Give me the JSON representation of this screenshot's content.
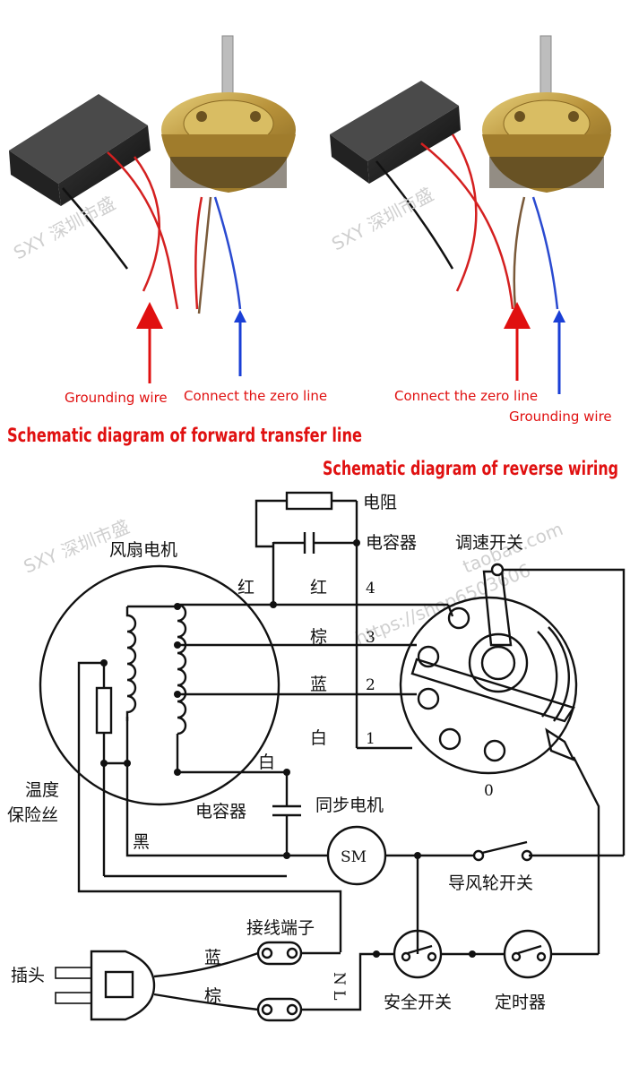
{
  "photo_labels": {
    "left_ground": "Grounding wire",
    "left_zero": "Connect the zero line",
    "right_zero": "Connect the zero line",
    "right_ground": "Grounding wire"
  },
  "titles": {
    "forward": "Schematic diagram of forward transfer line",
    "reverse": "Schematic diagram of reverse wiring"
  },
  "watermark": {
    "text1": "SXY 深圳市盛",
    "text2": "https://shop6503606",
    "text3": "taobao.com"
  },
  "schematic": {
    "resistor": "电阻",
    "capacitor_top": "电容器",
    "speed_switch": "调速开关",
    "fan_motor": "风扇电机",
    "red_wire_left": "红",
    "red_wire": "红",
    "brown_wire": "棕",
    "blue_wire": "蓝",
    "white_wire": "白",
    "white_wire_low": "白",
    "pin4": "4",
    "pin3": "3",
    "pin2": "2",
    "pin1": "1",
    "pin0": "0",
    "thermal_fuse_1": "温度",
    "thermal_fuse_2": "保险丝",
    "capacitor_bottom": "电容器",
    "sync_motor": "同步电机",
    "sm": "SM",
    "black_wire": "黑",
    "wind_wheel_switch": "导风轮开关",
    "terminal": "接线端子",
    "plug": "插头",
    "plug_blue": "蓝",
    "plug_brown": "棕",
    "nl": "N L",
    "safety_switch": "安全开关",
    "timer": "定时器"
  },
  "colors": {
    "label_red": "#e01010",
    "arrow_red": "#e01010",
    "arrow_blue": "#1a3fd6",
    "capacitor_body": "#1c1c1c",
    "motor_brass": "#c8a64a"
  }
}
